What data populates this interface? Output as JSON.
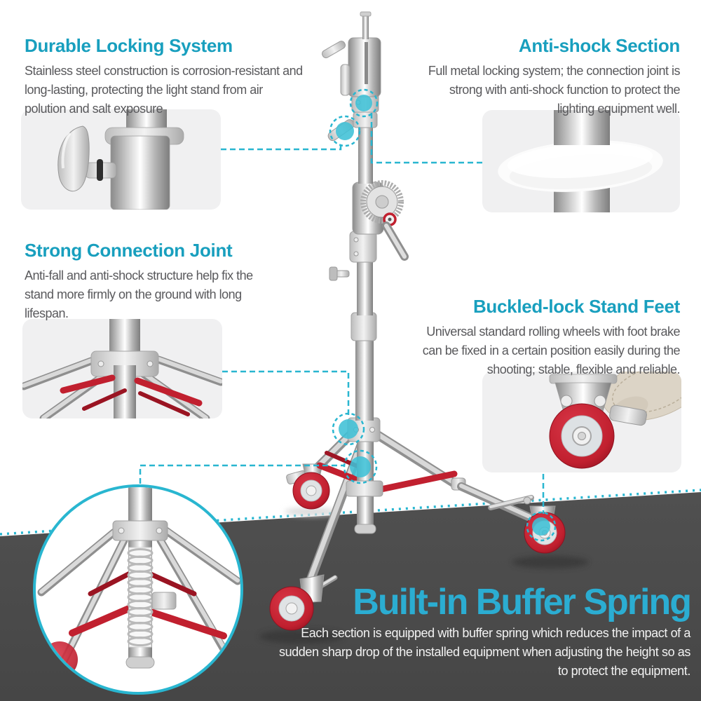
{
  "theme": {
    "accent": "#189fbe",
    "line": "#29b6d0",
    "marker": "#3fc0d6",
    "big-title": "#2badd2",
    "band": "#4b4b4b",
    "body-text": "#59595c",
    "band-text": "#f2f2f2",
    "inset-bg": "#f0f0f1",
    "red": "#c1202f",
    "bg": "#ffffff"
  },
  "callouts": {
    "durable": {
      "title": "Durable Locking System",
      "lines": [
        "Stainless steel construction is corrosion-resistant and",
        "long-lasting, protecting the light stand from air",
        "polution and salt exposure"
      ]
    },
    "antishock": {
      "title": "Anti-shock Section",
      "lines": [
        "Full metal locking system; the connection joint is",
        "strong with anti-shock function to protect the",
        "lighting equipment well."
      ]
    },
    "connection": {
      "title": "Strong Connection Joint",
      "lines": [
        "Anti-fall and anti-shock structure help fix the",
        "stand more firmly on the ground with long",
        "lifespan."
      ]
    },
    "standfeet": {
      "title": "Buckled-lock Stand Feet",
      "lines": [
        "Universal standard rolling wheels with foot brake",
        "can be fixed in a certain position easily during the",
        "shooting; stable, flexible and reliable."
      ]
    },
    "spring": {
      "title": "Built-in Buffer Spring",
      "lines": [
        "Each section is equipped with buffer spring which reduces the impact of a",
        "sudden sharp drop of  the installed equipment when adjusting the height so as",
        "to protect the equipment."
      ]
    }
  },
  "illustrations": {
    "main": "stainless-light-stand-with-red-accents-and-casters",
    "knob_inset": "locking-knob-closeup",
    "ring_inset": "anti-shock-rubber-ring-closeup",
    "base_inset": "leg-connection-joint-closeup",
    "wheel_inset": "caster-wheel-foot-brake-closeup",
    "circle_inset": "built-in-buffer-spring-closeup"
  }
}
